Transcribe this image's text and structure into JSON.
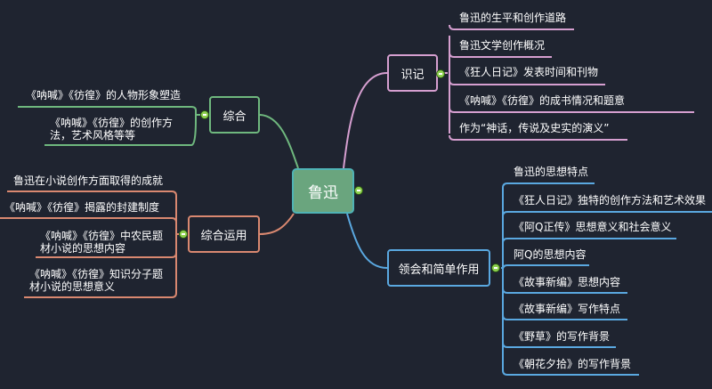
{
  "colors": {
    "background": "#1f2430",
    "root_fill": "#6aa57e",
    "root_border": "#4fb3b5",
    "pink": "#d69fd0",
    "green": "#6fb87e",
    "orange": "#d98870",
    "blue": "#5aa8e0",
    "toggle": "#8fd14f"
  },
  "root": {
    "label": "鲁迅"
  },
  "branches": {
    "shiji": {
      "label": "识记",
      "color": "pink",
      "children": [
        "鲁迅的生平和创作道路",
        "鲁迅文学创作概况",
        "《狂人日记》发表时间和刊物",
        "《呐喊》《彷徨》的成书情况和题意",
        "作为“神话，传说及史实的演义”"
      ]
    },
    "zonghe": {
      "label": "综合",
      "color": "green",
      "children": [
        "《呐喊》《彷徨》的人物形象塑造",
        "《呐喊》《彷徨》的创作方法，艺术风格等等"
      ]
    },
    "zongheyunyong": {
      "label": "综合运用",
      "color": "orange",
      "children": [
        "鲁迅在小说创作方面取得的成就",
        "《呐喊》《彷徨》揭露的封建制度",
        "《呐喊》《彷徨》中农民题材小说的思想内容",
        "《呐喊》《彷徨》知识分子题材小说的思想意义"
      ]
    },
    "linghui": {
      "label": "领会和简单作用",
      "color": "blue",
      "children": [
        "鲁迅的思想特点",
        "《狂人日记》独特的创作方法和艺术效果",
        "《阿Q正传》思想意义和社会意义",
        "阿Q的思想内容",
        "《故事新编》思想内容",
        "《故事新编》写作特点",
        "《野草》的写作背景",
        "《朝花夕拾》的写作背景"
      ]
    }
  }
}
